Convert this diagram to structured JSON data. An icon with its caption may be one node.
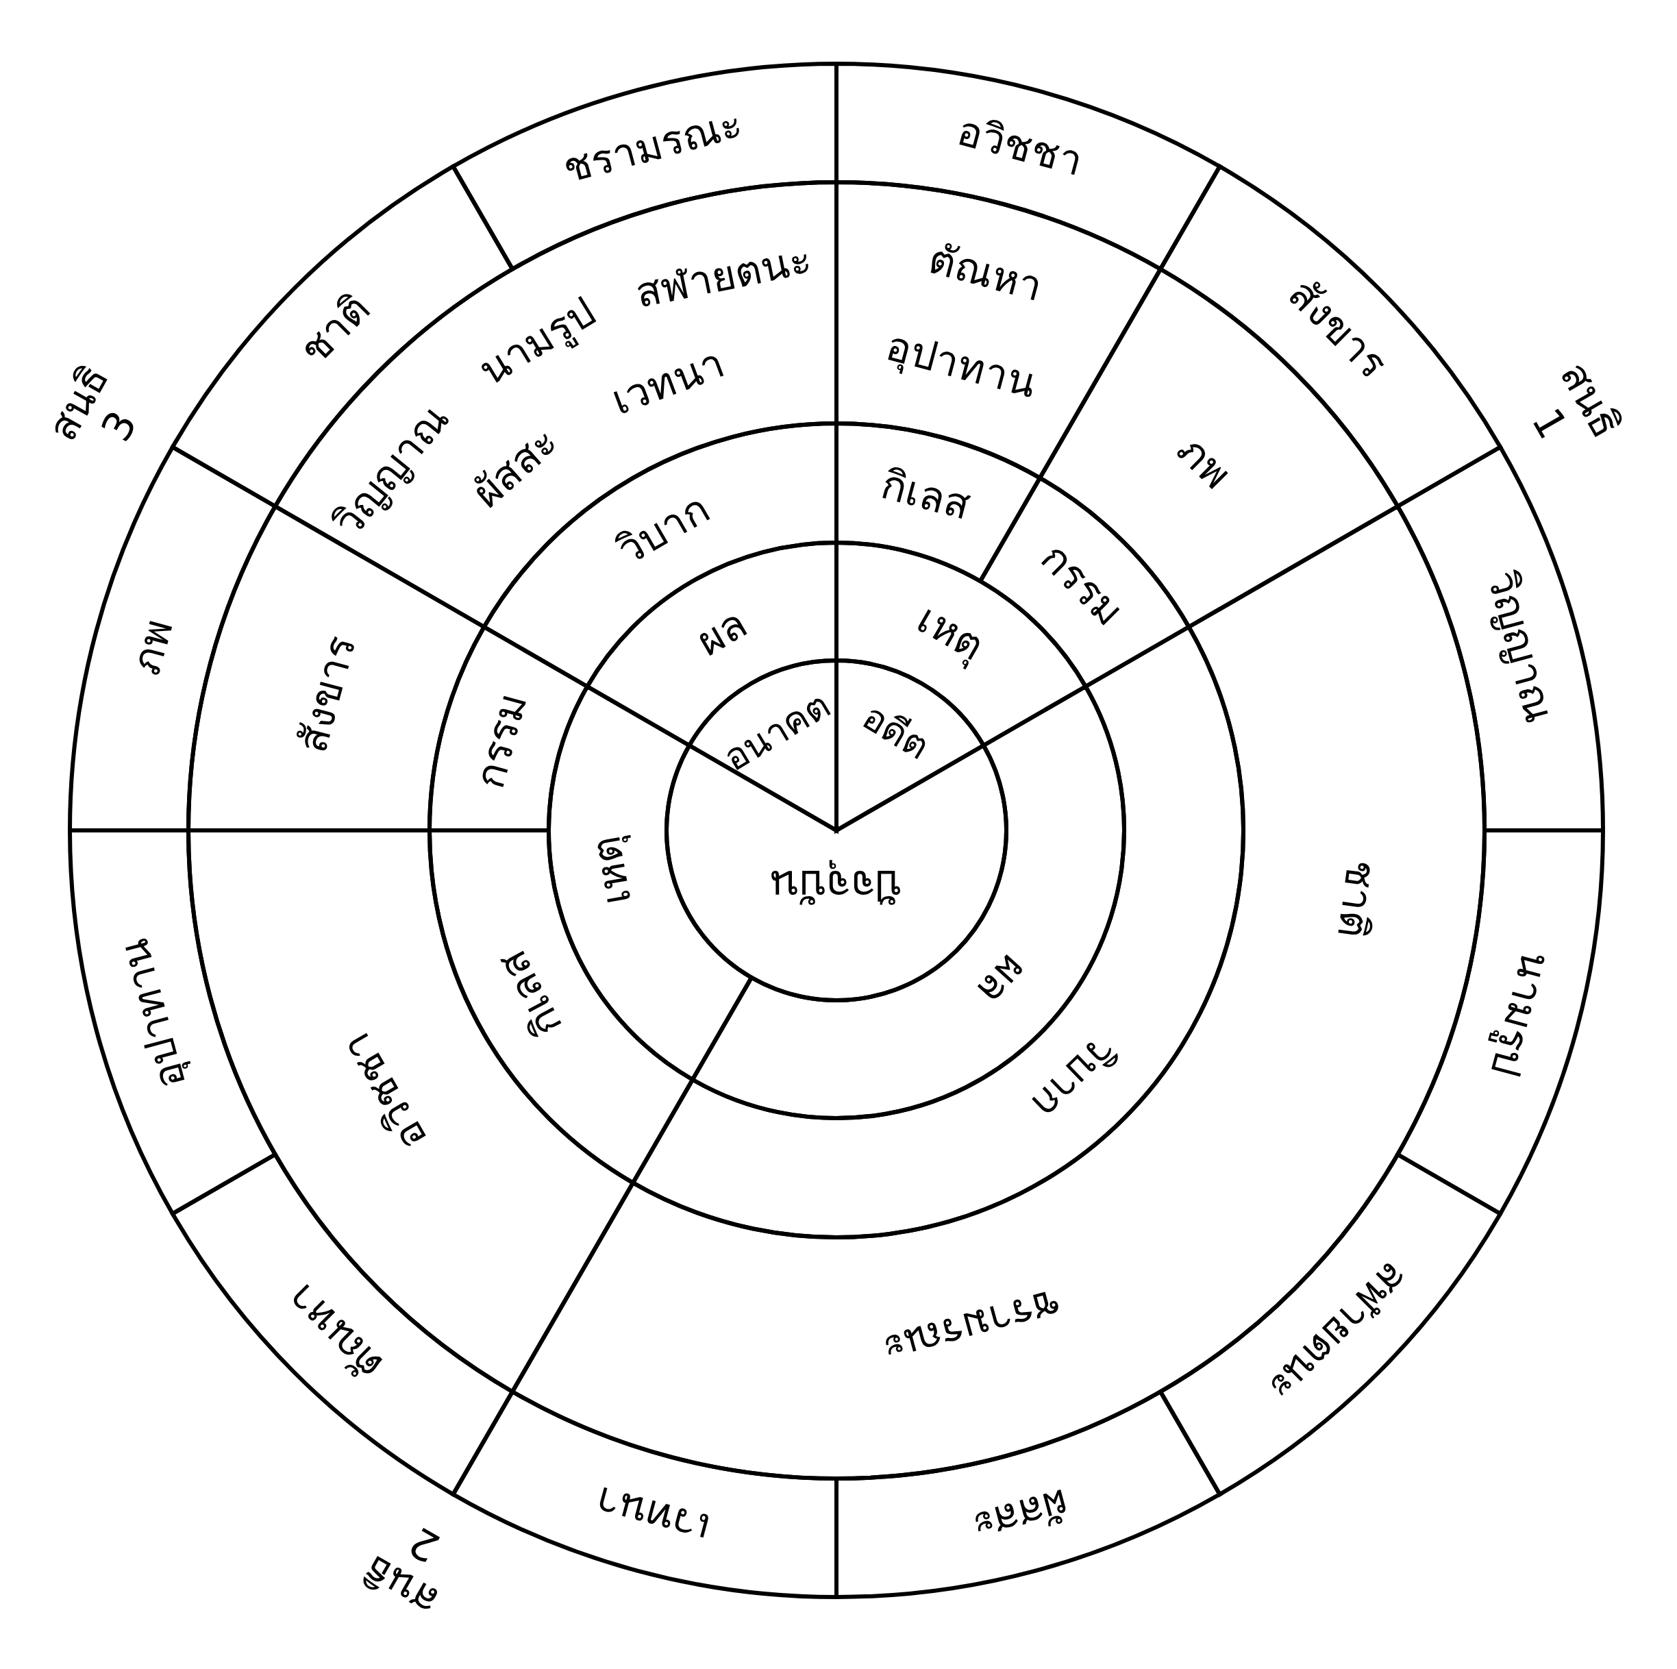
{
  "diagram": {
    "nodes": [
      {
        "text": [
          "อนาคต"
        ]
      },
      {
        "text": [
          "อดีต"
        ]
      },
      {
        "text": [
          "ปัจจุบัน"
        ]
      },
      {
        "text": [
          "ผล"
        ]
      },
      {
        "text": [
          "เหตุ"
        ]
      },
      {
        "text": [
          "เหตุ"
        ]
      },
      {
        "text": [
          "ผล"
        ]
      },
      {
        "text": [
          "วิบาก"
        ]
      },
      {
        "text": [
          "กิเลส"
        ]
      },
      {
        "text": [
          "กรรม"
        ]
      },
      {
        "text": [
          "กรรม"
        ]
      },
      {
        "text": [
          "กิเลส"
        ]
      },
      {
        "text": [
          "วิบาก"
        ]
      },
      {
        "text": [
          "วิญญาณ",
          "นามรูป",
          "สฬายตนะ",
          "ผัสสะ",
          "เวทนา"
        ]
      },
      {
        "text": [
          "ตัณหา",
          "อุปาทาน"
        ]
      },
      {
        "text": [
          "ภพ"
        ]
      },
      {
        "text": [
          "สังขาร"
        ]
      },
      {
        "text": [
          "อวิชชา"
        ]
      },
      {
        "text": [
          "ชาติ",
          "ชรามรณะ"
        ]
      },
      {
        "text": [
          "อวิชชา"
        ]
      },
      {
        "text": [
          "สังขาร"
        ]
      },
      {
        "text": [
          "วิญญาณ"
        ]
      },
      {
        "text": [
          "นามรูป"
        ]
      },
      {
        "text": [
          "สฬายตนะ"
        ]
      },
      {
        "text": [
          "ผัสสะ"
        ]
      },
      {
        "text": [
          "เวทนา"
        ]
      },
      {
        "text": [
          "ตัณหา"
        ]
      },
      {
        "text": [
          "อุปาทาน"
        ]
      },
      {
        "text": [
          "ภพ"
        ]
      },
      {
        "text": [
          "ชาติ"
        ]
      },
      {
        "text": [
          "ชรามรณะ"
        ]
      }
    ],
    "labels": [
      "สนธิ 3",
      "สนธิ 1",
      "สนธิ 2"
    ]
  }
}
